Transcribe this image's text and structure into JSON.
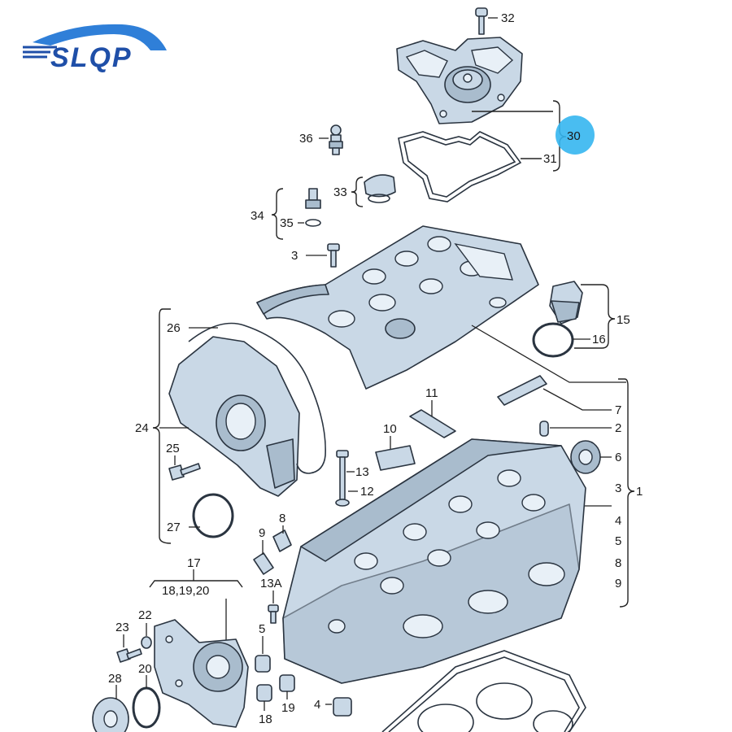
{
  "brand": {
    "logo_text": "SLQP",
    "logo_color": "#1f4fa8",
    "logo_accent": "#2f7fd8"
  },
  "highlight": {
    "label": "30",
    "color": "#35b6f0"
  },
  "callouts": {
    "c32": "32",
    "c30": "30",
    "c31": "31",
    "c36": "36",
    "c33": "33",
    "c34": "34",
    "c35": "35",
    "c3a": "3",
    "c15": "15",
    "c16": "16",
    "c26": "26",
    "c7": "7",
    "c11": "11",
    "c2": "2",
    "c10": "10",
    "c24": "24",
    "c6": "6",
    "c25": "25",
    "c13": "13",
    "c12": "12",
    "c3b": "3",
    "c1": "1",
    "c8": "8",
    "c27": "27",
    "c4a": "4",
    "c9": "9",
    "c5a": "5",
    "c17": "17",
    "c8b": "8",
    "c181920": "18,19,20",
    "c13a": "13A",
    "c9b": "9",
    "c22": "22",
    "c23": "23",
    "c5b": "5",
    "c20": "20",
    "c28": "28",
    "c4b": "4",
    "c18": "18",
    "c19": "19"
  }
}
